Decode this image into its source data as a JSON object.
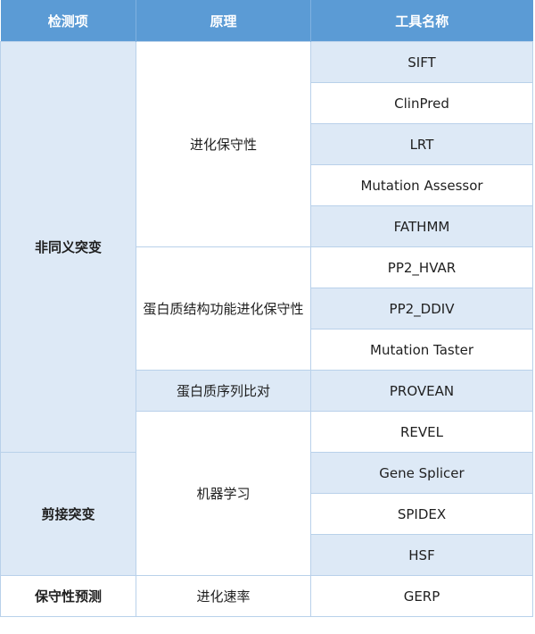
{
  "header": {
    "col1": "检测项",
    "col2": "原理",
    "col3": "工具名称"
  },
  "groups": {
    "nonsyn": "非同义突变",
    "splice": "剪接突变",
    "conserv": "保守性预测"
  },
  "principles": {
    "evo_conserv": "进化保守性",
    "protein_struct": "蛋白质结构功能进化保守性",
    "protein_align": "蛋白质序列比对",
    "ml": "机器学习",
    "evo_rate": "进化速率"
  },
  "tools": [
    "SIFT",
    "ClinPred",
    "LRT",
    "Mutation Assessor",
    "FATHMM",
    "PP2_HVAR",
    "PP2_DDIV",
    "Mutation Taster",
    "PROVEAN",
    "REVEL",
    "Gene Splicer",
    "SPIDEX",
    "HSF",
    "GERP"
  ]
}
